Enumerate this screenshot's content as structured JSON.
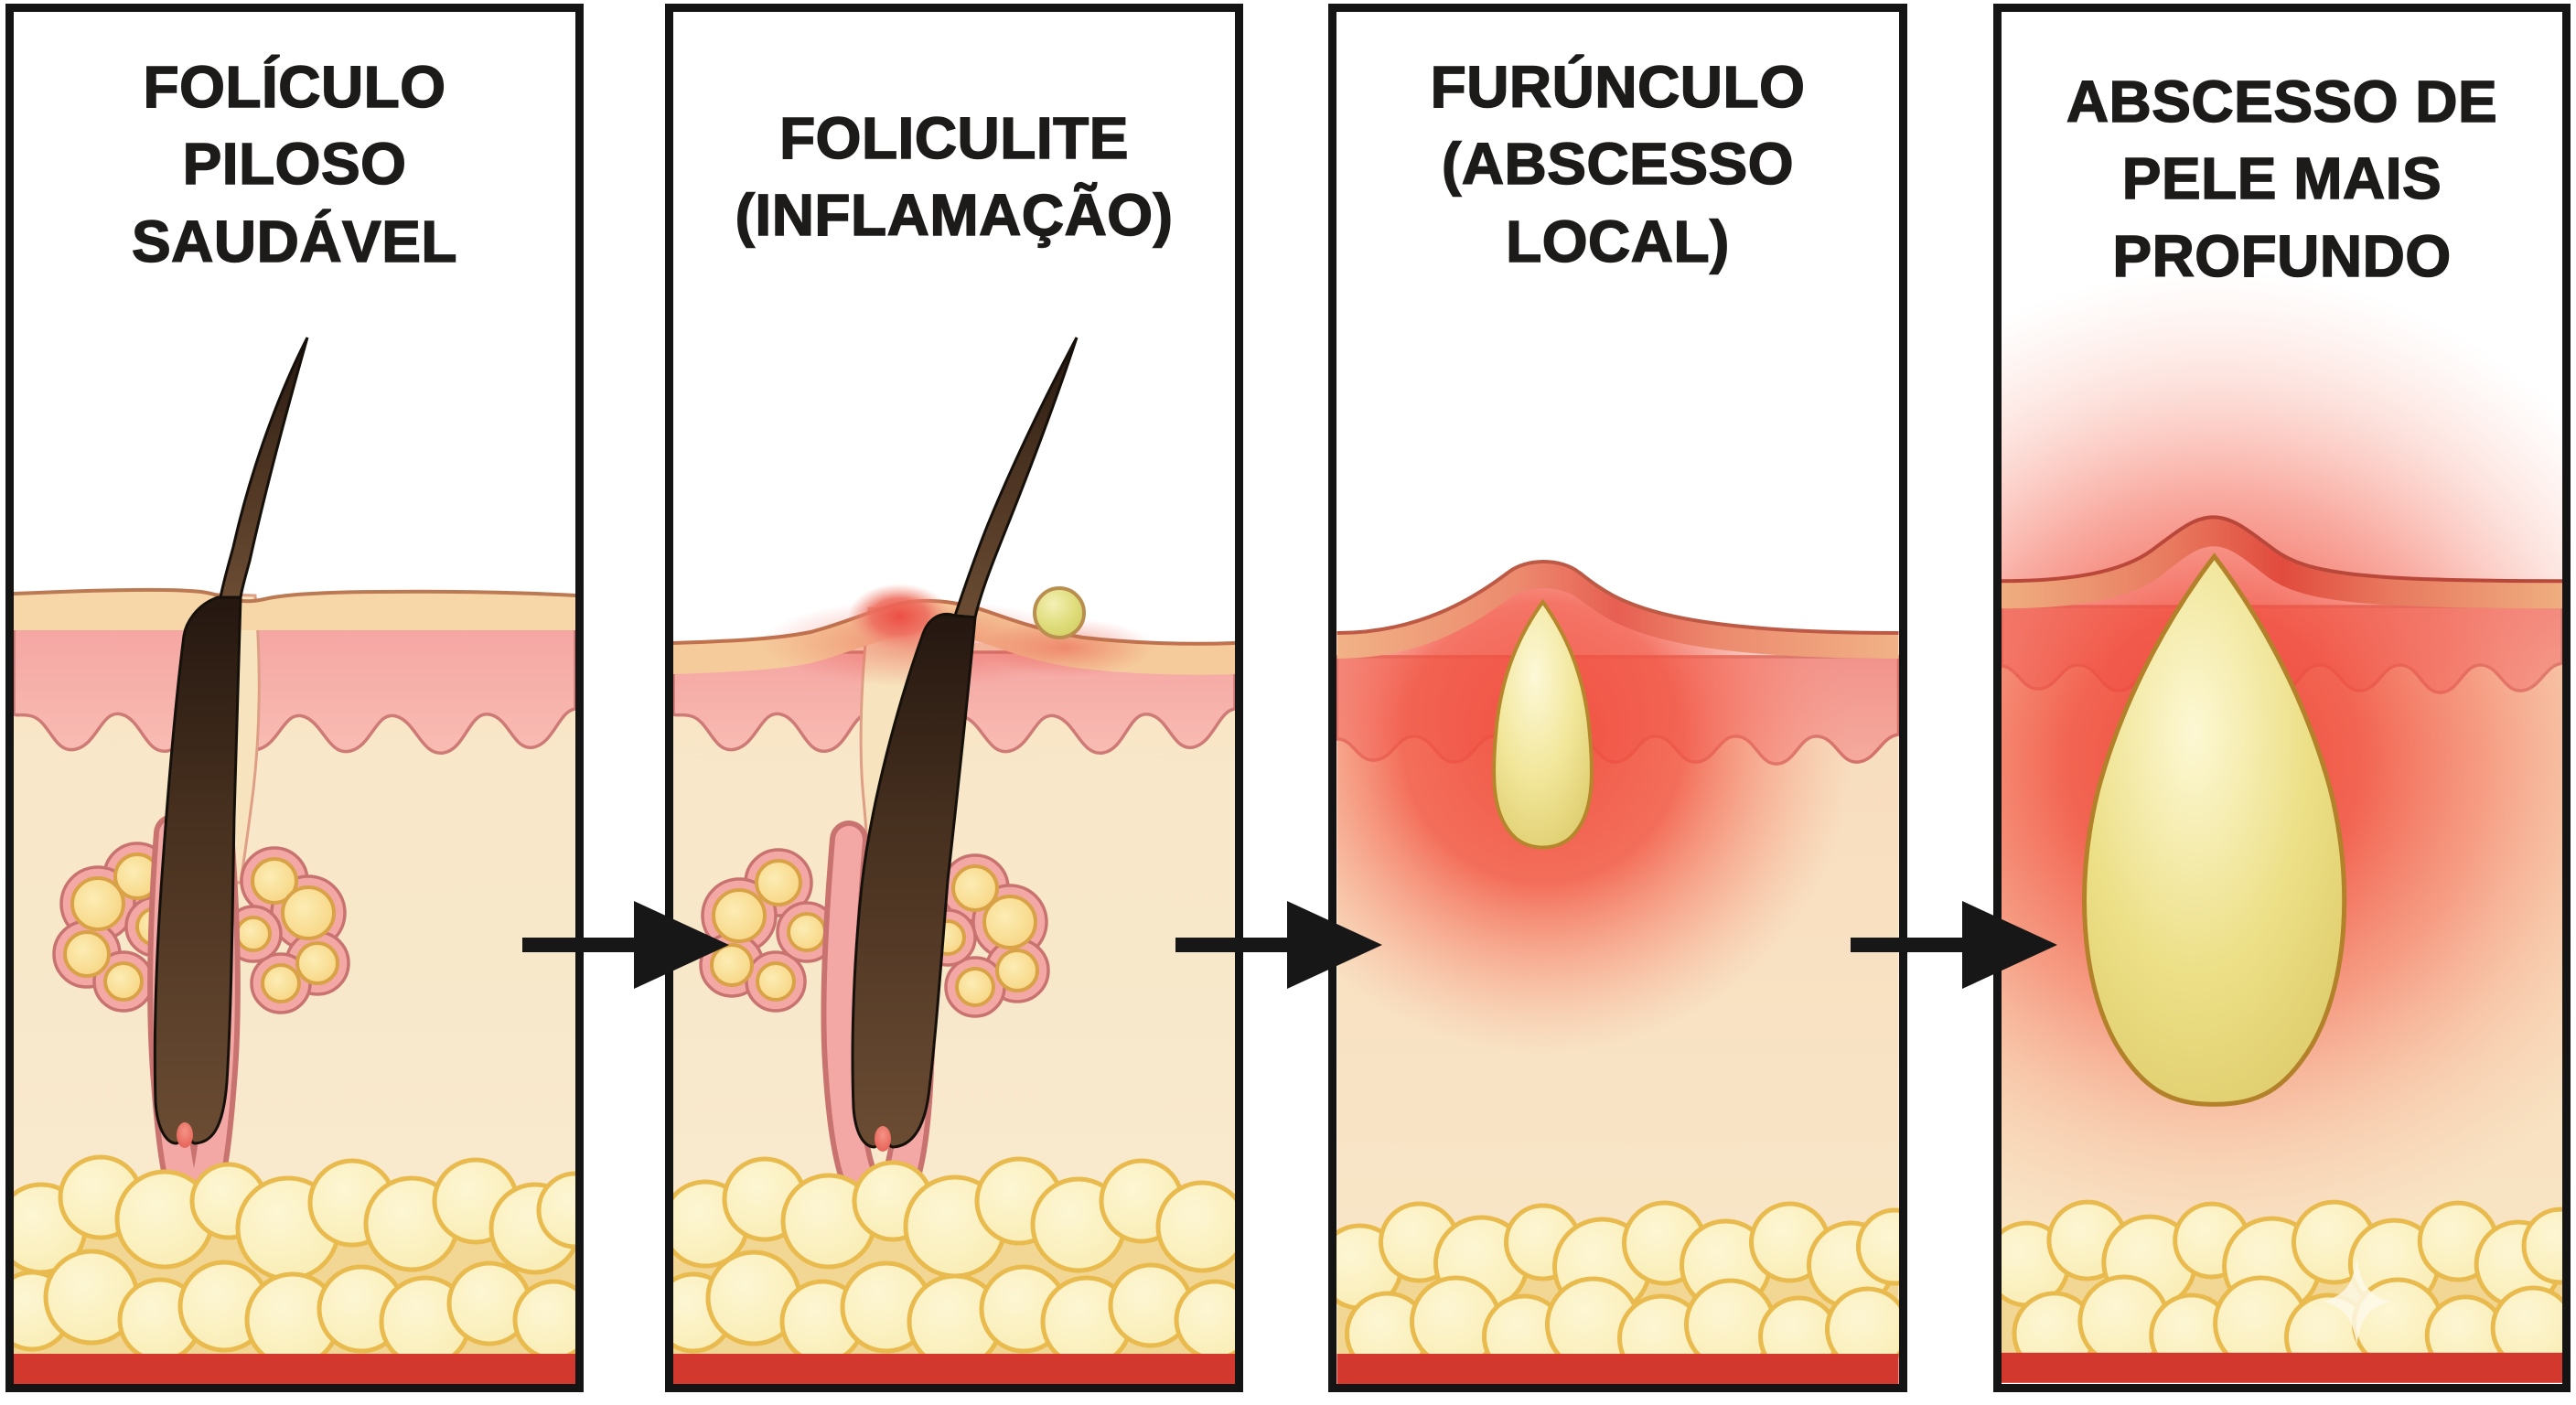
{
  "figure": {
    "language": "pt",
    "subject": "skin cross-section stages of hair follicle infection"
  },
  "panels": [
    {
      "id": "healthy-follicle",
      "title": "FOLÍCULO PILOSO SAUDÁVEL",
      "title_lines": [
        "FOLÍCULO",
        "PILOSO",
        "SAUDÁVEL"
      ]
    },
    {
      "id": "folliculitis",
      "title": "FOLICULITE (INFLAMAÇÃO)",
      "title_lines": [
        "FOLICULITE",
        "(INFLAMAÇÃO)"
      ]
    },
    {
      "id": "furuncle",
      "title": "FURÚNCULO (ABSCESSO LOCAL)",
      "title_lines": [
        "FURÚNCULO",
        "(ABSCESSO",
        "LOCAL)"
      ]
    },
    {
      "id": "deep-abscess",
      "title": "ABSCESSO DE PELE MAIS PROFUNDO",
      "title_lines": [
        "ABSCESSO DE",
        "PELE MAIS",
        "PROFUNDO"
      ]
    }
  ],
  "arrows": {
    "count": 3,
    "direction": "right"
  },
  "watermark": {
    "icon": "sparkle-watermark-icon"
  },
  "colors": {
    "panel_border_black": "#141414",
    "arrow_black": "#171717",
    "title_text": "#1d1b1a",
    "epidermis_tan": "#f7d6a8",
    "dermis_pink": "#f5a6a3",
    "hypodermis_cream": "#f8e6c6",
    "fat_yellow": "#f9ecb0",
    "fat_outline": "#e9ba4e",
    "deep_tissue_red": "#d2382e",
    "hair_brown": "#47301f",
    "inflammation_red": "#ec4f44",
    "pus_yellow": "#ece083"
  }
}
